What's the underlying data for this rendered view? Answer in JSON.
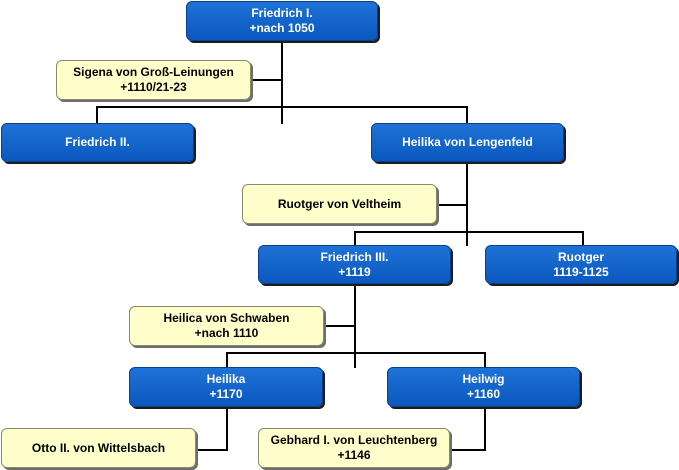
{
  "nodes": {
    "friedrich_i": {
      "name": "Friedrich I.",
      "dates": "+nach 1050"
    },
    "sigena": {
      "name": "Sigena von Groß-Leinungen",
      "dates": "+1110/21-23"
    },
    "friedrich_ii": {
      "name": "Friedrich II."
    },
    "heilika_lengenfeld": {
      "name": "Heilika von Lengenfeld"
    },
    "ruotger_veltheim": {
      "name": "Ruotger von Veltheim"
    },
    "friedrich_iii": {
      "name": "Friedrich III.",
      "dates": "+1119"
    },
    "ruotger": {
      "name": "Ruotger",
      "dates": "1119-1125"
    },
    "heilica_schwaben": {
      "name": "Heilica von Schwaben",
      "dates": "+nach 1110"
    },
    "heilika": {
      "name": "Heilika",
      "dates": "+1170"
    },
    "heilwig": {
      "name": "Heilwig",
      "dates": "+1160"
    },
    "otto_ii": {
      "name": "Otto II. von Wittelsbach"
    },
    "gebhard_i": {
      "name": "Gebhard I. von Leuchtenberg",
      "dates": "+1146"
    }
  },
  "colors": {
    "person": "#0b5cc4",
    "spouse": "#ffffcc",
    "connector": "#000000"
  }
}
